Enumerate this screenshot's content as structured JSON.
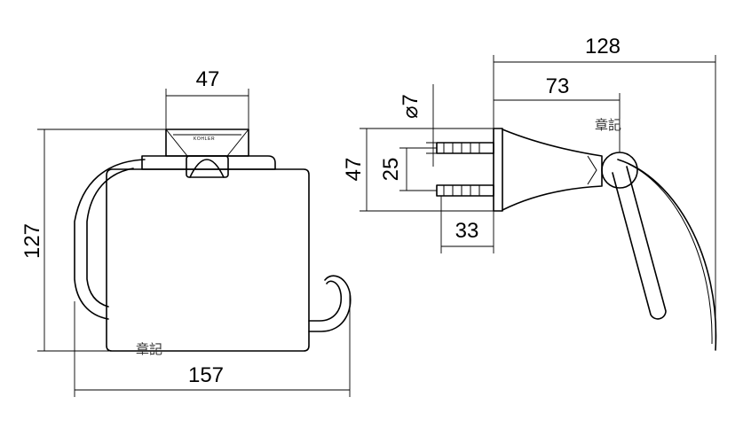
{
  "front_view": {
    "dims": {
      "width_top": "47",
      "height": "127",
      "width_total": "157"
    },
    "brand_mark": "KOHLER",
    "stamp": "章記"
  },
  "side_view": {
    "dims": {
      "total_depth": "128",
      "arm_depth": "73",
      "hole_diameter": "⌀7",
      "plate_height": "47",
      "hole_spacing": "25",
      "anchor_length": "33"
    },
    "stamp": "章記"
  }
}
